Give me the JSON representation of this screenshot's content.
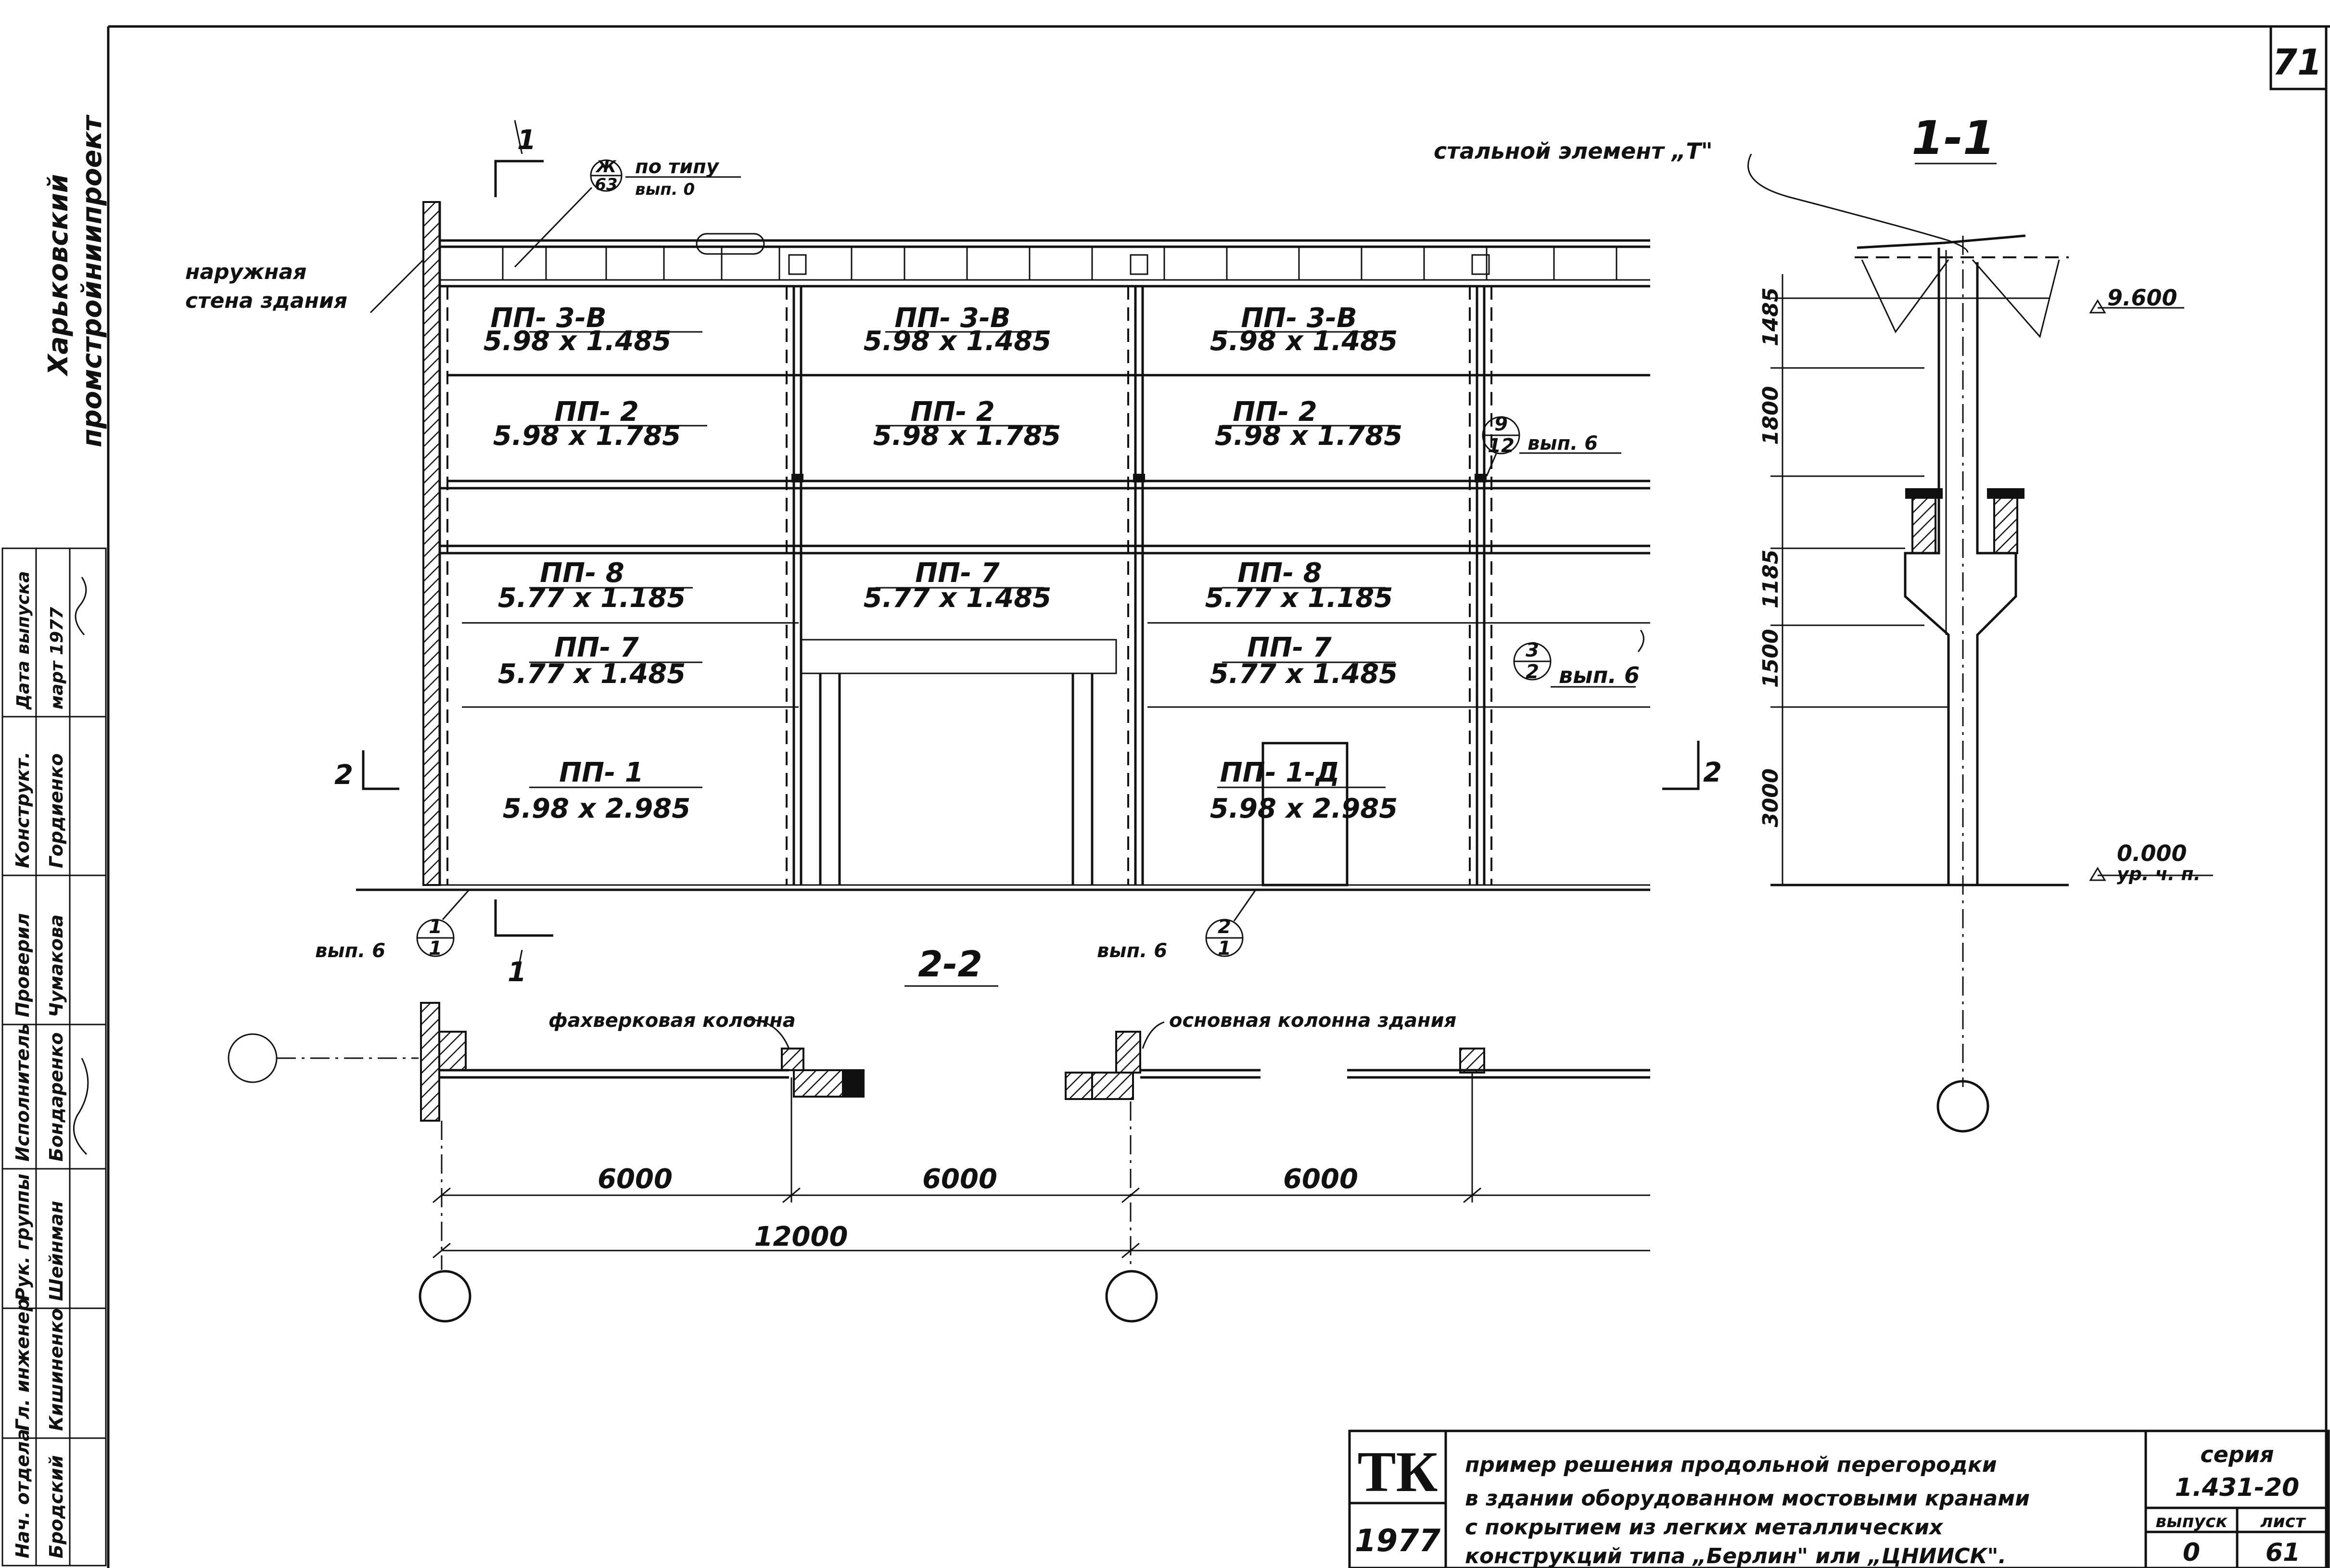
{
  "sheet": {
    "page_number": "71",
    "org_line1": "Харьковский",
    "org_line2": "промстройниипроект",
    "section_1_1": "1-1",
    "section_2_2": "2-2",
    "steel_element": "стальной элемент „Т\"",
    "outer_wall_line1": "наружная",
    "outer_wall_line2": "стена здания",
    "ref_zh_top": "Ж",
    "ref_zh_bottom": "63",
    "ref_zh_note1": "по типу",
    "ref_zh_note2": "вып. 0",
    "section_mark_1": "1",
    "section_mark_2": "2"
  },
  "panels": [
    {
      "name": "ПП- 3-В",
      "size": "5.98 х 1.485"
    },
    {
      "name": "ПП- 3-В",
      "size": "5.98 х 1.485"
    },
    {
      "name": "ПП- 3-В",
      "size": "5.98 х 1.485"
    },
    {
      "name": "ПП- 2",
      "size": "5.98 х 1.785"
    },
    {
      "name": "ПП- 2",
      "size": "5.98 х 1.785"
    },
    {
      "name": "ПП- 2",
      "size": "5.98 х 1.785"
    },
    {
      "name": "ПП- 8",
      "size": "5.77 х 1.185"
    },
    {
      "name": "ПП- 7",
      "size": "5.77 х 1.485"
    },
    {
      "name": "ПП- 8",
      "size": "5.77 х 1.185"
    },
    {
      "name": "ПП- 7",
      "size": "5.77 х 1.485"
    },
    {
      "name": "ПП- 7",
      "size": "5.77 х 1.485"
    },
    {
      "name": "ПП- 1",
      "size": "5.98 х 2.985"
    },
    {
      "name": "ПП- 1-Д",
      "size": "5.98 х 2.985"
    }
  ],
  "callouts": [
    {
      "top": "9",
      "bottom": "12",
      "note": "вып. 6"
    },
    {
      "top": "3",
      "bottom": "2",
      "note": "вып. 6"
    },
    {
      "top": "1",
      "bottom": "1",
      "note": "вып. 6"
    },
    {
      "top": "2",
      "bottom": "1",
      "note": "вып. 6"
    }
  ],
  "section_1_1": {
    "elev_top": "9.600",
    "elev_zero": "0.000",
    "elev_zero_note": "ур. ч. п.",
    "dims": [
      "1485",
      "1800",
      "1185",
      "1500",
      "3000"
    ]
  },
  "plan": {
    "fachwerk_column": "фахверковая колонна",
    "main_column": "основная колонна здания",
    "dims": [
      "6000",
      "6000",
      "6000",
      "12000"
    ]
  },
  "stamp": {
    "rows": [
      {
        "role": "Нач. отдела",
        "name": "Бродский"
      },
      {
        "role": "Гл. инженер",
        "name": "Кишиненко"
      },
      {
        "role": "Рук. группы",
        "name": "Шейнман"
      },
      {
        "role": "Исполнитель",
        "name": "Бондаренко"
      },
      {
        "role": "Проверил",
        "name": "Чумакова"
      },
      {
        "role": "Конструкт.",
        "name": "Гордиенко"
      },
      {
        "role": "Дата выпуска",
        "name": "март 1977"
      }
    ]
  },
  "title_block": {
    "logo": "ТК",
    "year": "1977",
    "line1": "пример решения продольной перегородки",
    "line2": "в здании оборудованном мостовыми кранами",
    "line3": "с покрытием из легких металлических",
    "line4": "конструкций типа „Берлин\" или „ЦНИИСК\".",
    "series_label": "серия",
    "series_value": "1.431-20",
    "issue_label": "выпуск",
    "sheet_label": "лист",
    "issue_value": "0",
    "sheet_value": "61"
  }
}
